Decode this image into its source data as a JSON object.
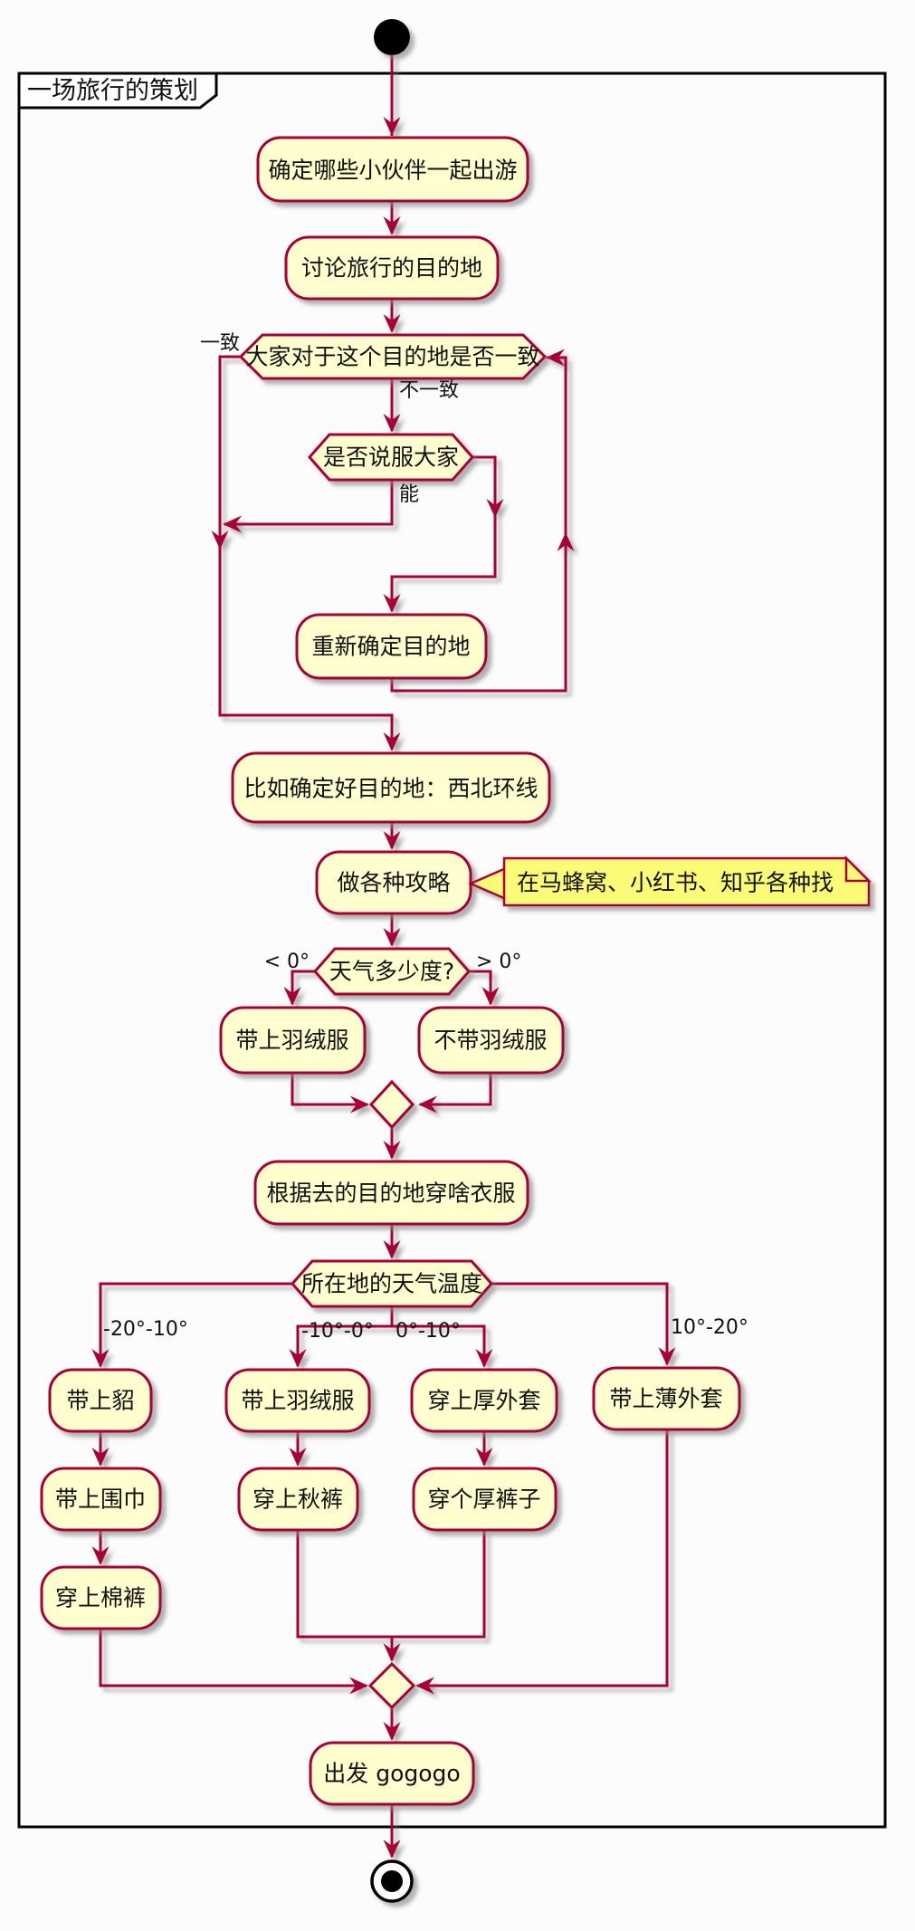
{
  "title": "一场旅行的策划",
  "theme": {
    "accent": "#A80036",
    "node-fill": "#FEFECE",
    "note-fill": "#FBFB77",
    "frame": "#000000",
    "text": "#111111",
    "bg": "#FCFCFC"
  },
  "nodes": {
    "decide_companions": {
      "label": "确定哪些小伙伴一起出游"
    },
    "discuss_destination": {
      "label": "讨论旅行的目的地"
    },
    "dec_agree": {
      "label": "大家对于这个目的地是否一致"
    },
    "dec_persuade": {
      "label": "是否说服大家"
    },
    "redecide_destination": {
      "label": "重新确定目的地"
    },
    "destination_example": {
      "label": "比如确定好目的地：西北环线"
    },
    "make_guides": {
      "label": "做各种攻略"
    },
    "note_guides": {
      "label": "在马蜂窝、小红书、知乎各种找"
    },
    "dec_temperature": {
      "label": "天气多少度?"
    },
    "bring_down_jacket": {
      "label": "带上羽绒服"
    },
    "no_down_jacket": {
      "label": "不带羽绒服"
    },
    "wear_by_destination": {
      "label": "根据去的目的地穿啥衣服"
    },
    "dec_local_temperature": {
      "label": "所在地的天气温度"
    },
    "bring_mink": {
      "label": "带上貂"
    },
    "bring_down_jacket2": {
      "label": "带上羽绒服"
    },
    "thick_coat": {
      "label": "穿上厚外套"
    },
    "light_coat": {
      "label": "带上薄外套"
    },
    "bring_scarf": {
      "label": "带上围巾"
    },
    "long_johns": {
      "label": "穿上秋裤"
    },
    "thick_pants": {
      "label": "穿个厚裤子"
    },
    "cotton_pants": {
      "label": "穿上棉裤"
    },
    "depart": {
      "label": "出发 gogogo"
    }
  },
  "edge_labels": {
    "agree": "一致",
    "disagree": "不一致",
    "can": "能",
    "lt0": "< 0°",
    "gt0": "> 0°",
    "r1": "-20°-10°",
    "r2": "-10°-0°",
    "r3": "0°-10°",
    "r4": "10°-20°"
  }
}
